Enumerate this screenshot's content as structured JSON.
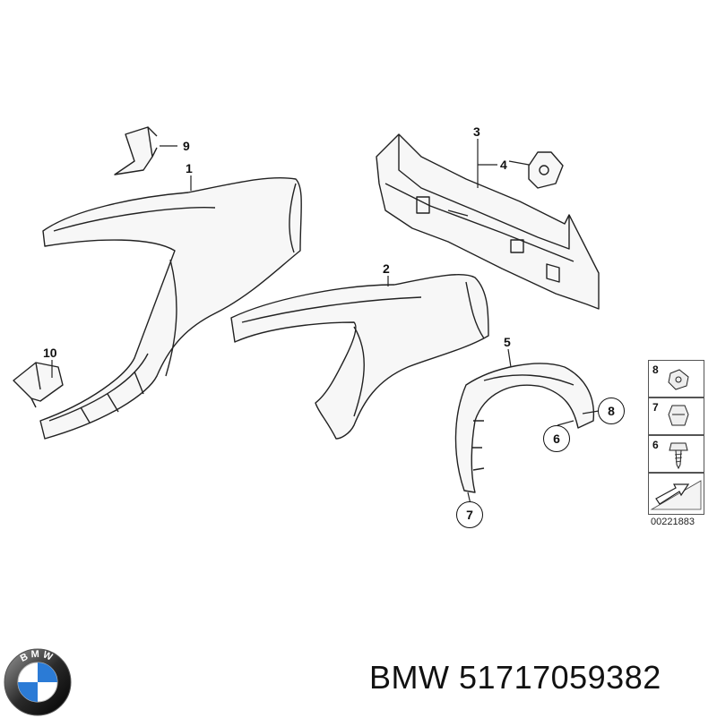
{
  "callouts": {
    "c1": "1",
    "c2": "2",
    "c3": "3",
    "c4": "4",
    "c5": "5",
    "c6": "6",
    "c7": "7",
    "c8": "8",
    "c9": "9",
    "c10": "10"
  },
  "legend": {
    "items": [
      {
        "num": "8",
        "icon": "clip-nut-icon"
      },
      {
        "num": "7",
        "icon": "expanding-nut-icon"
      },
      {
        "num": "6",
        "icon": "screw-icon"
      }
    ],
    "direction_icon": "forward-arrow-icon"
  },
  "diagram_id": "00221883",
  "brand": {
    "name": "BMW",
    "part_number": "51717059382",
    "logo_text": "BMW"
  },
  "colors": {
    "line": "#222222",
    "part_fill": "#f7f7f7",
    "logo_blue": "#2b7bd6"
  }
}
